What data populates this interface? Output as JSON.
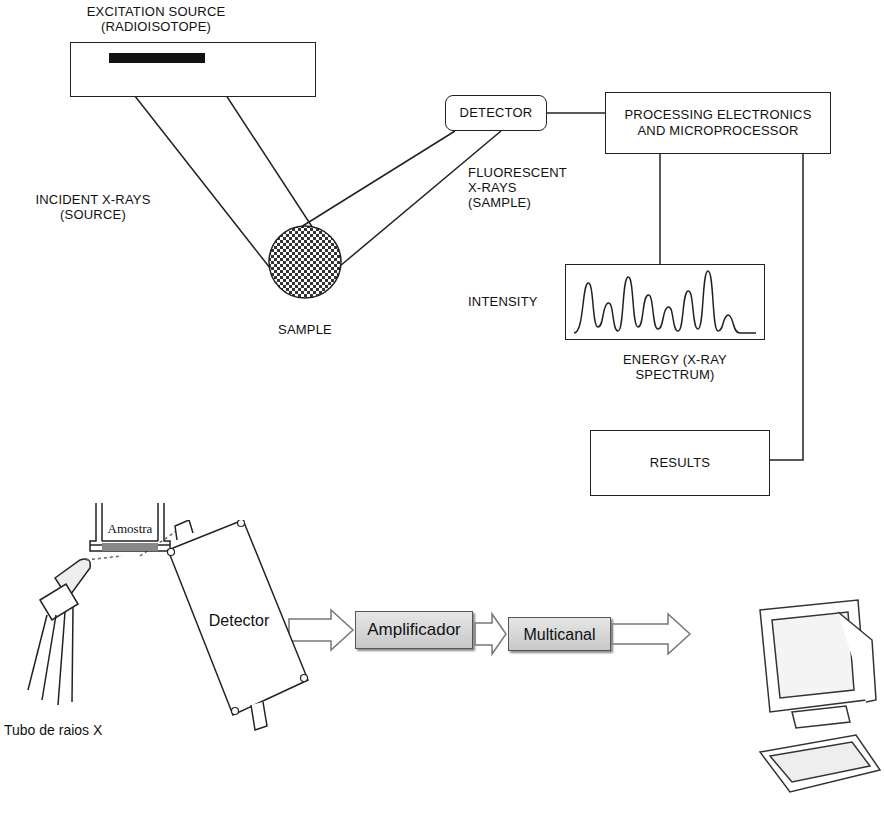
{
  "diagram": {
    "nodes": [
      {
        "text": [
          "EXCITATION SOURCE (RADIOISOTOPE)"
        ]
      },
      {
        "text": [
          "DETECTOR"
        ]
      },
      {
        "text": [
          "PROCESSING ELECTRONICS AND MICROPROCESSOR"
        ]
      },
      {
        "text": [
          "SAMPLE"
        ]
      },
      {
        "text": [
          "INTENSITY",
          "ENERGY (X-RAY SPECTRUM)"
        ]
      },
      {
        "text": [
          "RESULTS"
        ]
      },
      {
        "text": [
          "Amostra"
        ]
      },
      {
        "text": [
          "Detector"
        ]
      },
      {
        "text": [
          "Amplificador"
        ]
      },
      {
        "text": [
          "Multicanal"
        ]
      }
    ],
    "edges": [
      {
        "from": 0,
        "to": 3,
        "arrow": "none"
      },
      {
        "from": 3,
        "to": 1,
        "arrow": "none"
      },
      {
        "from": 1,
        "to": 2,
        "arrow": "none"
      },
      {
        "from": 2,
        "to": 4,
        "arrow": "none"
      },
      {
        "from": 2,
        "to": 5,
        "arrow": "none"
      },
      {
        "from": 7,
        "to": 8,
        "arrow": "to"
      },
      {
        "from": 8,
        "to": 9,
        "arrow": "to"
      }
    ],
    "labels": [
      "INCIDENT X-RAYS (SOURCE)",
      "FLUORESCENT X-RAYS (SAMPLE)",
      "Tubo de raios X"
    ]
  }
}
